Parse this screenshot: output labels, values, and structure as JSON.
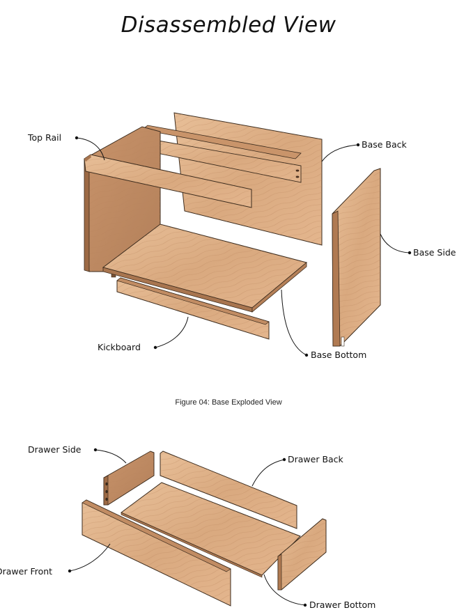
{
  "title": "Disassembled View",
  "figure_caption": "Figure 04: Base Exploded View",
  "base_labels": {
    "top_rail": "Top Rail",
    "base_back": "Base Back",
    "base_side": "Base Side",
    "kickboard": "Kickboard",
    "base_bottom": "Base Bottom"
  },
  "drawer_labels": {
    "drawer_side": "Drawer Side",
    "drawer_back": "Drawer Back",
    "drawer_front": "Drawer Front",
    "drawer_bottom": "Drawer Bottom"
  },
  "colors": {
    "wood_light": "#e2b48c",
    "wood_mid": "#d4a378",
    "wood_dark": "#b07a52",
    "edge": "#3a2a1c",
    "leader": "#111111"
  }
}
